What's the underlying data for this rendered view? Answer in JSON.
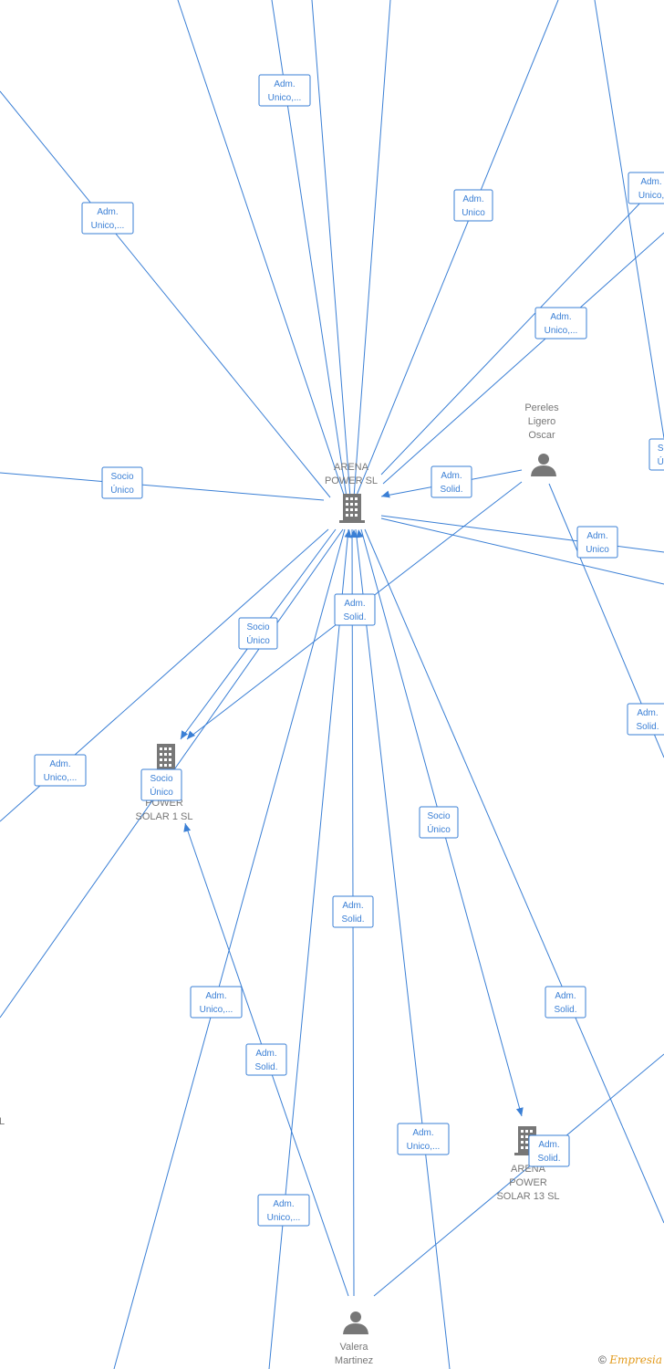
{
  "nodes": [
    {
      "id": "arena",
      "type": "company",
      "lines": [
        "ARENA",
        "POWER  SL"
      ]
    },
    {
      "id": "solar1",
      "type": "company",
      "lines": [
        "A",
        "POWER",
        "SOLAR 1  SL"
      ]
    },
    {
      "id": "solar13",
      "type": "company",
      "lines": [
        "ARENA",
        "POWER",
        "SOLAR 13  SL"
      ]
    },
    {
      "id": "pereles",
      "type": "person",
      "lines": [
        "Pereles",
        "Ligero",
        "Oscar"
      ]
    },
    {
      "id": "valera",
      "type": "person",
      "lines": [
        "Valera",
        "Martinez"
      ]
    },
    {
      "id": "left-fragment",
      "type": "text",
      "lines": [
        "L"
      ]
    }
  ],
  "edge_labels": [
    [
      "Adm.",
      "Unico,..."
    ],
    [
      "Adm.",
      "Unico,..."
    ],
    [
      "Adm.",
      "Unico"
    ],
    [
      "Adm.",
      "Unico,"
    ],
    [
      "Adm.",
      "Unico,..."
    ],
    [
      "So",
      "Ún"
    ],
    [
      "Socio",
      "Único"
    ],
    [
      "Adm.",
      "Solid."
    ],
    [
      "Adm.",
      "Unico"
    ],
    [
      "Adm.",
      "Solid."
    ],
    [
      "Socio",
      "Único"
    ],
    [
      "Adm.",
      "Unico,..."
    ],
    [
      "Socio",
      "Único"
    ],
    [
      "Adm.",
      "Solid."
    ],
    [
      "Socio",
      "Único"
    ],
    [
      "Adm.",
      "Solid."
    ],
    [
      "Adm.",
      "Unico,..."
    ],
    [
      "Adm.",
      "Solid."
    ],
    [
      "Adm.",
      "Solid."
    ],
    [
      "Adm.",
      "Unico,..."
    ],
    [
      "Adm.",
      "Solid."
    ],
    [
      "Adm.",
      "Unico,..."
    ]
  ],
  "watermark": {
    "symbol": "©",
    "brand": "Empresia"
  }
}
